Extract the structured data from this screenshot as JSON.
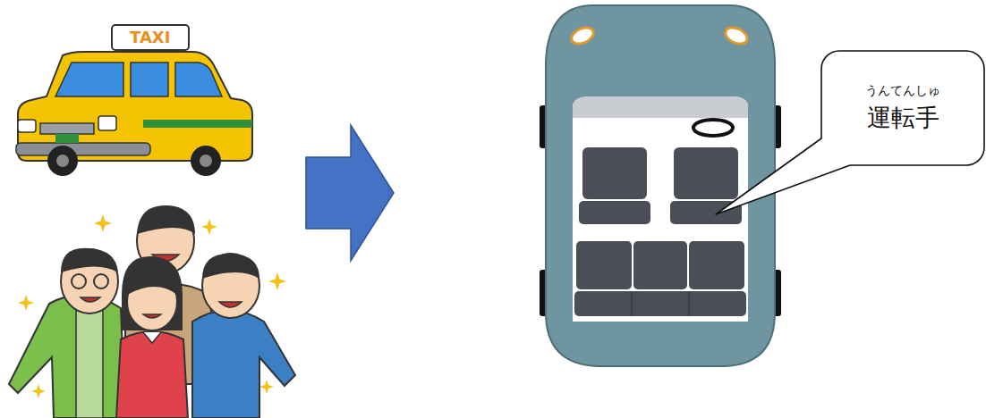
{
  "diagram": {
    "nodes": [
      {
        "text": [
          "うんてんしゅ",
          "運転手"
        ]
      }
    ],
    "labels": [
      "TAXI"
    ]
  }
}
